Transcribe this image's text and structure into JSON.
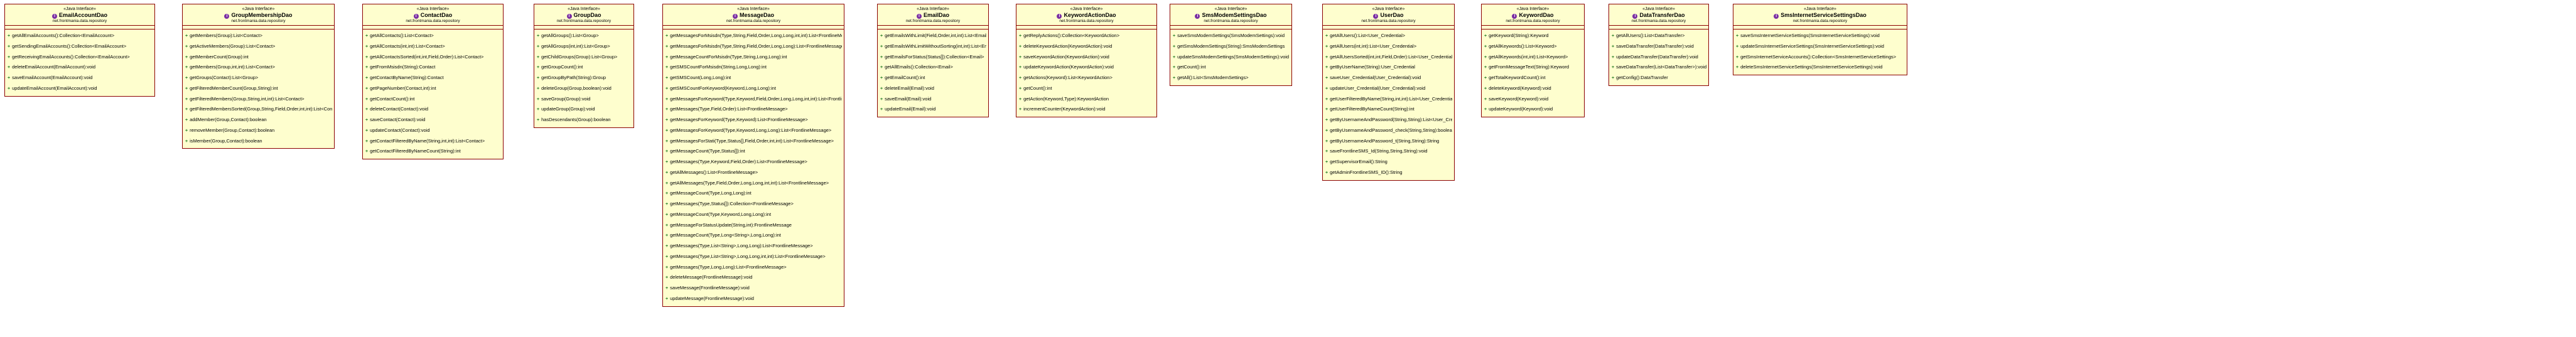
{
  "stereotype": "«Java Interface»",
  "package": "net.frontmania.data.repository",
  "public_marker": "+",
  "interface_badge": "I",
  "classes": [
    {
      "name": "EmailAccountDao",
      "ops": [
        "getAllEmailAccounts():Collection<EmailAccount>",
        "getSendingEmailAccounts():Collection<EmailAccount>",
        "getReceivingEmailAccounts():Collection<EmailAccount>",
        "deleteEmailAccount(EmailAccount):void",
        "saveEmailAccount(EmailAccount):void",
        "updateEmailAccount(EmailAccount):void"
      ]
    },
    {
      "name": "GroupMembershipDao",
      "ops": [
        "getMembers(Group):List<Contact>",
        "getActiveMembers(Group):List<Contact>",
        "getMemberCount(Group):int",
        "getMembers(Group,int,int):List<Contact>",
        "getGroups(Contact):List<Group>",
        "getFilteredMemberCount(Group,String):int",
        "getFilteredMembers(Group,String,int,int):List<Contact>",
        "getFilteredMembersSorted(Group,String,Field,Order,int,int):List<Contact>",
        "addMember(Group,Contact):boolean",
        "removeMember(Group,Contact):boolean",
        "isMember(Group,Contact):boolean"
      ]
    },
    {
      "name": "ContactDao",
      "ops": [
        "getAllContacts():List<Contact>",
        "getAllContacts(int,int):List<Contact>",
        "getAllContactsSorted(int,int,Field,Order):List<Contact>",
        "getFromMsisdn(String):Contact",
        "getContactByName(String):Contact",
        "getPageNumber(Contact,int):int",
        "getContactCount():int",
        "deleteContact(Contact):void",
        "saveContact(Contact):void",
        "updateContact(Contact):void",
        "getContactFilteredByName(String,int,int):List<Contact>",
        "getContactFilteredByNameCount(String):int"
      ]
    },
    {
      "name": "GroupDao",
      "ops": [
        "getAllGroups():List<Group>",
        "getAllGroups(int,int):List<Group>",
        "getChildGroups(Group):List<Group>",
        "getGroupCount():int",
        "getGroupByPath(String):Group",
        "deleteGroup(Group,boolean):void",
        "saveGroup(Group):void",
        "updateGroup(Group):void",
        "hasDescendants(Group):boolean"
      ]
    },
    {
      "name": "MessageDao",
      "ops": [
        "getMessagesForMsisdn(Type,String,Field,Order,Long,Long,int,int):List<FrontlineMessage>",
        "getMessagesForMsisdn(Type,String,Field,Order,Long,Long):List<FrontlineMessage>",
        "getMessageCountForMsisdn(Type,String,Long,Long):int",
        "getSMSCountForMsisdn(String,Long,Long):int",
        "getSMSCount(Long,Long):int",
        "getSMSCountForKeyword(Keyword,Long,Long):int",
        "getMessagesForKeyword(Type,Keyword,Field,Order,Long,Long,int,int):List<FrontlineMessage>",
        "getMessages(Type,Field,Order):List<FrontlineMessage>",
        "getMessagesForKeyword(Type,Keyword):List<FrontlineMessage>",
        "getMessagesForKeyword(Type,Keyword,Long,Long):List<FrontlineMessage>",
        "getMessagesForStati(Type,Status[],Field,Order,int,int):List<FrontlineMessage>",
        "getMessageCount(Type,Status[]):int",
        "getMessages(Type,Keyword,Field,Order):List<FrontlineMessage>",
        "getAllMessages():List<FrontlineMessage>",
        "getAllMessages(Type,Field,Order,Long,Long,int,int):List<FrontlineMessage>",
        "getMessageCount(Type,Long,Long):int",
        "getMessages(Type,Status[]):Collection<FrontlineMessage>",
        "getMessageCount(Type,Keyword,Long,Long):int",
        "getMessageForStatusUpdate(String,int):FrontlineMessage",
        "getMessageCount(Type,Long<String>,Long,Long):int",
        "getMessages(Type,List<String>,Long,Long):List<FrontlineMessage>",
        "getMessages(Type,List<String>,Long,Long,int,int):List<FrontlineMessage>",
        "getMessages(Type,Long,Long):List<FrontlineMessage>",
        "deleteMessage(FrontlineMessage):void",
        "saveMessage(FrontlineMessage):void",
        "updateMessage(FrontlineMessage):void"
      ]
    },
    {
      "name": "EmailDao",
      "ops": [
        "getEmailsWithLimit(Field,Order,int,int):List<Email>",
        "getEmailsWithLimitWithoutSorting(int,int):List<Email>",
        "getEmailsForStatus(Status[]):Collection<Email>",
        "getAllEmails():Collection<Email>",
        "getEmailCount():int",
        "deleteEmail(Email):void",
        "saveEmail(Email):void",
        "updateEmail(Email):void"
      ]
    },
    {
      "name": "KeywordActionDao",
      "ops": [
        "getReplyActions():Collection<KeywordAction>",
        "deleteKeywordAction(KeywordAction):void",
        "saveKeywordAction(KeywordAction):void",
        "updateKeywordAction(KeywordAction):void",
        "getActions(Keyword):List<KeywordAction>",
        "getCount():int",
        "getAction(Keyword,Type):KeywordAction",
        "incrementCounter(KeywordAction):void"
      ]
    },
    {
      "name": "SmsModemSettingsDao",
      "ops": [
        "saveSmsModemSettings(SmsModemSettings):void",
        "getSmsModemSettings(String):SmsModemSettings",
        "updateSmsModemSettings(SmsModemSettings):void",
        "getCount():int",
        "getAll():List<SmsModemSettings>"
      ]
    },
    {
      "name": "UserDao",
      "ops": [
        "getAllUsers():List<User_Credential>",
        "getAllUsers(int,int):List<User_Credential>",
        "getAllUsersSorted(int,int,Field,Order):List<User_Credential>",
        "getByUserName(String):User_Credential",
        "saveUser_Credential(User_Credential):void",
        "updateUser_Credential(User_Credential):void",
        "getUserFilteredByName(String,int,int):List<User_Credential>",
        "getUserFilteredByNameCount(String):int",
        "getByUsernameAndPassword(String,String):List<User_Credential>",
        "getByUsernameAndPassword_check(String,String):boolean",
        "getByUsernameAndPassword_t(String,String):String",
        "saveFrontlineSMS_Id(String,String,String):void",
        "getSupervisorEmail():String",
        "getAdminFrontlineSMS_ID():String"
      ]
    },
    {
      "name": "KeywordDao",
      "ops": [
        "getKeyword(String):Keyword",
        "getAllKeywords():List<Keyword>",
        "getAllKeywords(int,int):List<Keyword>",
        "getFromMessageText(String):Keyword",
        "getTotalKeywordCount():int",
        "deleteKeyword(Keyword):void",
        "saveKeyword(Keyword):void",
        "updateKeyword(Keyword):void"
      ]
    },
    {
      "name": "DataTransferDao",
      "ops": [
        "getAllUsers():List<DataTransfer>",
        "saveDataTransfer(DataTransfer):void",
        "updateDataTransfer(DataTransfer):void",
        "saveDataTransfer(List<DataTransfer>):void",
        "getConfig():DataTransfer"
      ]
    },
    {
      "name": "SmsInternetServiceSettingsDao",
      "ops": [
        "saveSmsInternetServiceSettings(SmsInternetServiceSettings):void",
        "updateSmsInternetServiceSettings(SmsInternetServiceSettings):void",
        "getSmsInternetServiceAccounts():Collection<SmsInternetServiceSettings>",
        "deleteSmsInternetServiceSettings(SmsInternetServiceSettings):void"
      ]
    }
  ]
}
